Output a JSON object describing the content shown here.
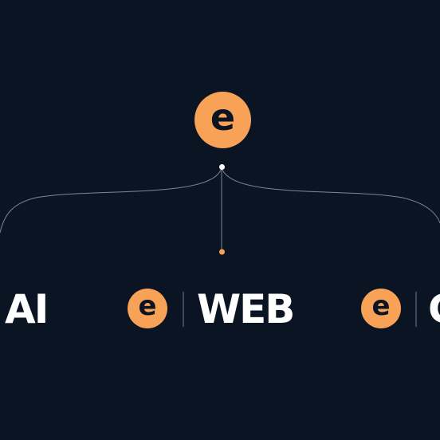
{
  "brand": {
    "logo_letter": "e",
    "accent_color": "#f7a257",
    "background_color": "#0b1422",
    "line_color": "#7c8796",
    "divider_color": "#3c4859"
  },
  "diagram": {
    "root_icon": "e-logo-icon",
    "branches": [
      {
        "label": "AI",
        "icon": ""
      },
      {
        "label": "WEB",
        "icon": "e-logo-icon"
      },
      {
        "label": "C",
        "icon": "e-logo-icon"
      }
    ]
  }
}
